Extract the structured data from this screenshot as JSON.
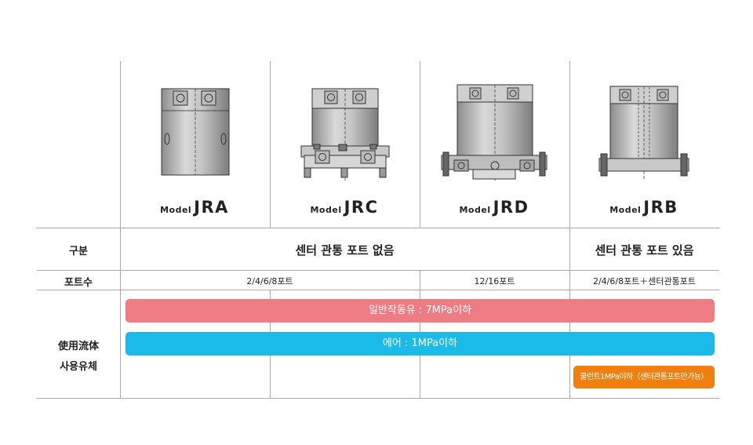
{
  "models": [
    {
      "prefix": "Model",
      "code": "JRA"
    },
    {
      "prefix": "Model",
      "code": "JRC"
    },
    {
      "prefix": "Model",
      "code": "JRD"
    },
    {
      "prefix": "Model",
      "code": "JRB"
    }
  ],
  "rows": {
    "category": {
      "label": "구분",
      "no_center_port": "센터 관통 포트 없음",
      "with_center_port": "센터 관통 포트 있음"
    },
    "ports": {
      "label": "포트수",
      "jra_jrc": "2/4/6/8포트",
      "jrd": "12/16포트",
      "jrb": "2/4/6/8포트＋센터관통포트"
    },
    "fluid": {
      "label_line1": "使用流体",
      "label_line2": "사용유체",
      "oil": "일반작동유 : 7MPa이하",
      "air": "에어 : 1MPa이하",
      "coolant": "쿨런트1MPa이하（센터관통포트만가능）"
    }
  },
  "colors": {
    "oil_bar": "#ef7b83",
    "air_bar": "#1bbbe9",
    "coolant_bar": "#ef7f0e",
    "grid": "#a9a9a9"
  }
}
